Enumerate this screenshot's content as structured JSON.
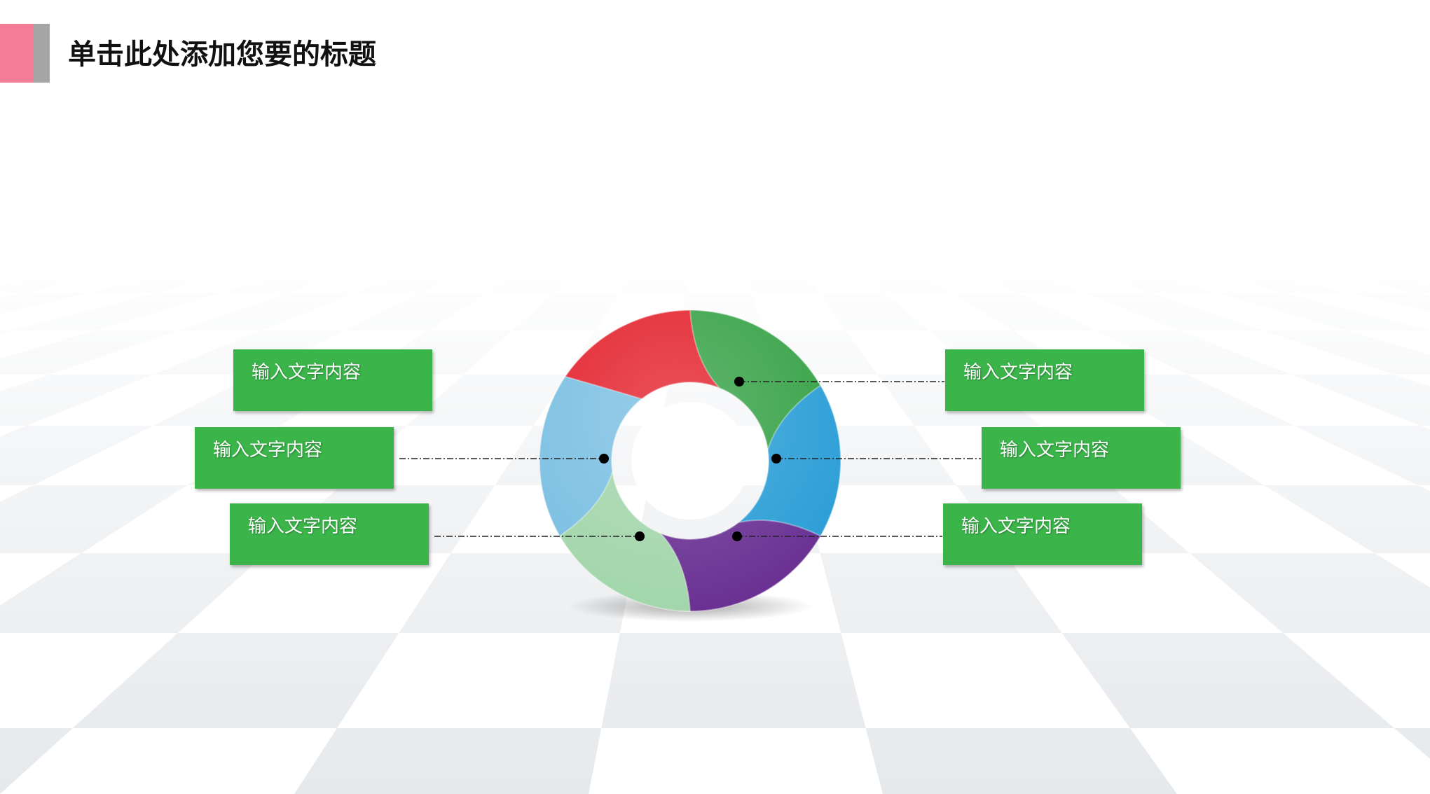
{
  "slide": {
    "title": "单击此处添加您要的标题",
    "accent_colors": {
      "pink": "#f47c97",
      "gray": "#a6a6a6"
    },
    "label_color": "#3bb54a"
  },
  "diagram": {
    "segments": [
      {
        "color": "#e3232e"
      },
      {
        "color": "#37a247"
      },
      {
        "color": "#2b9ed6"
      },
      {
        "color": "#6a3193"
      },
      {
        "color": "#a3d6ab"
      },
      {
        "color": "#7bbfe2"
      }
    ],
    "labels": [
      {
        "text": "输入文字内容",
        "side": "left"
      },
      {
        "text": "输入文字内容",
        "side": "left"
      },
      {
        "text": "输入文字内容",
        "side": "left"
      },
      {
        "text": "输入文字内容",
        "side": "right"
      },
      {
        "text": "输入文字内容",
        "side": "right"
      },
      {
        "text": "输入文字内容",
        "side": "right"
      }
    ]
  }
}
